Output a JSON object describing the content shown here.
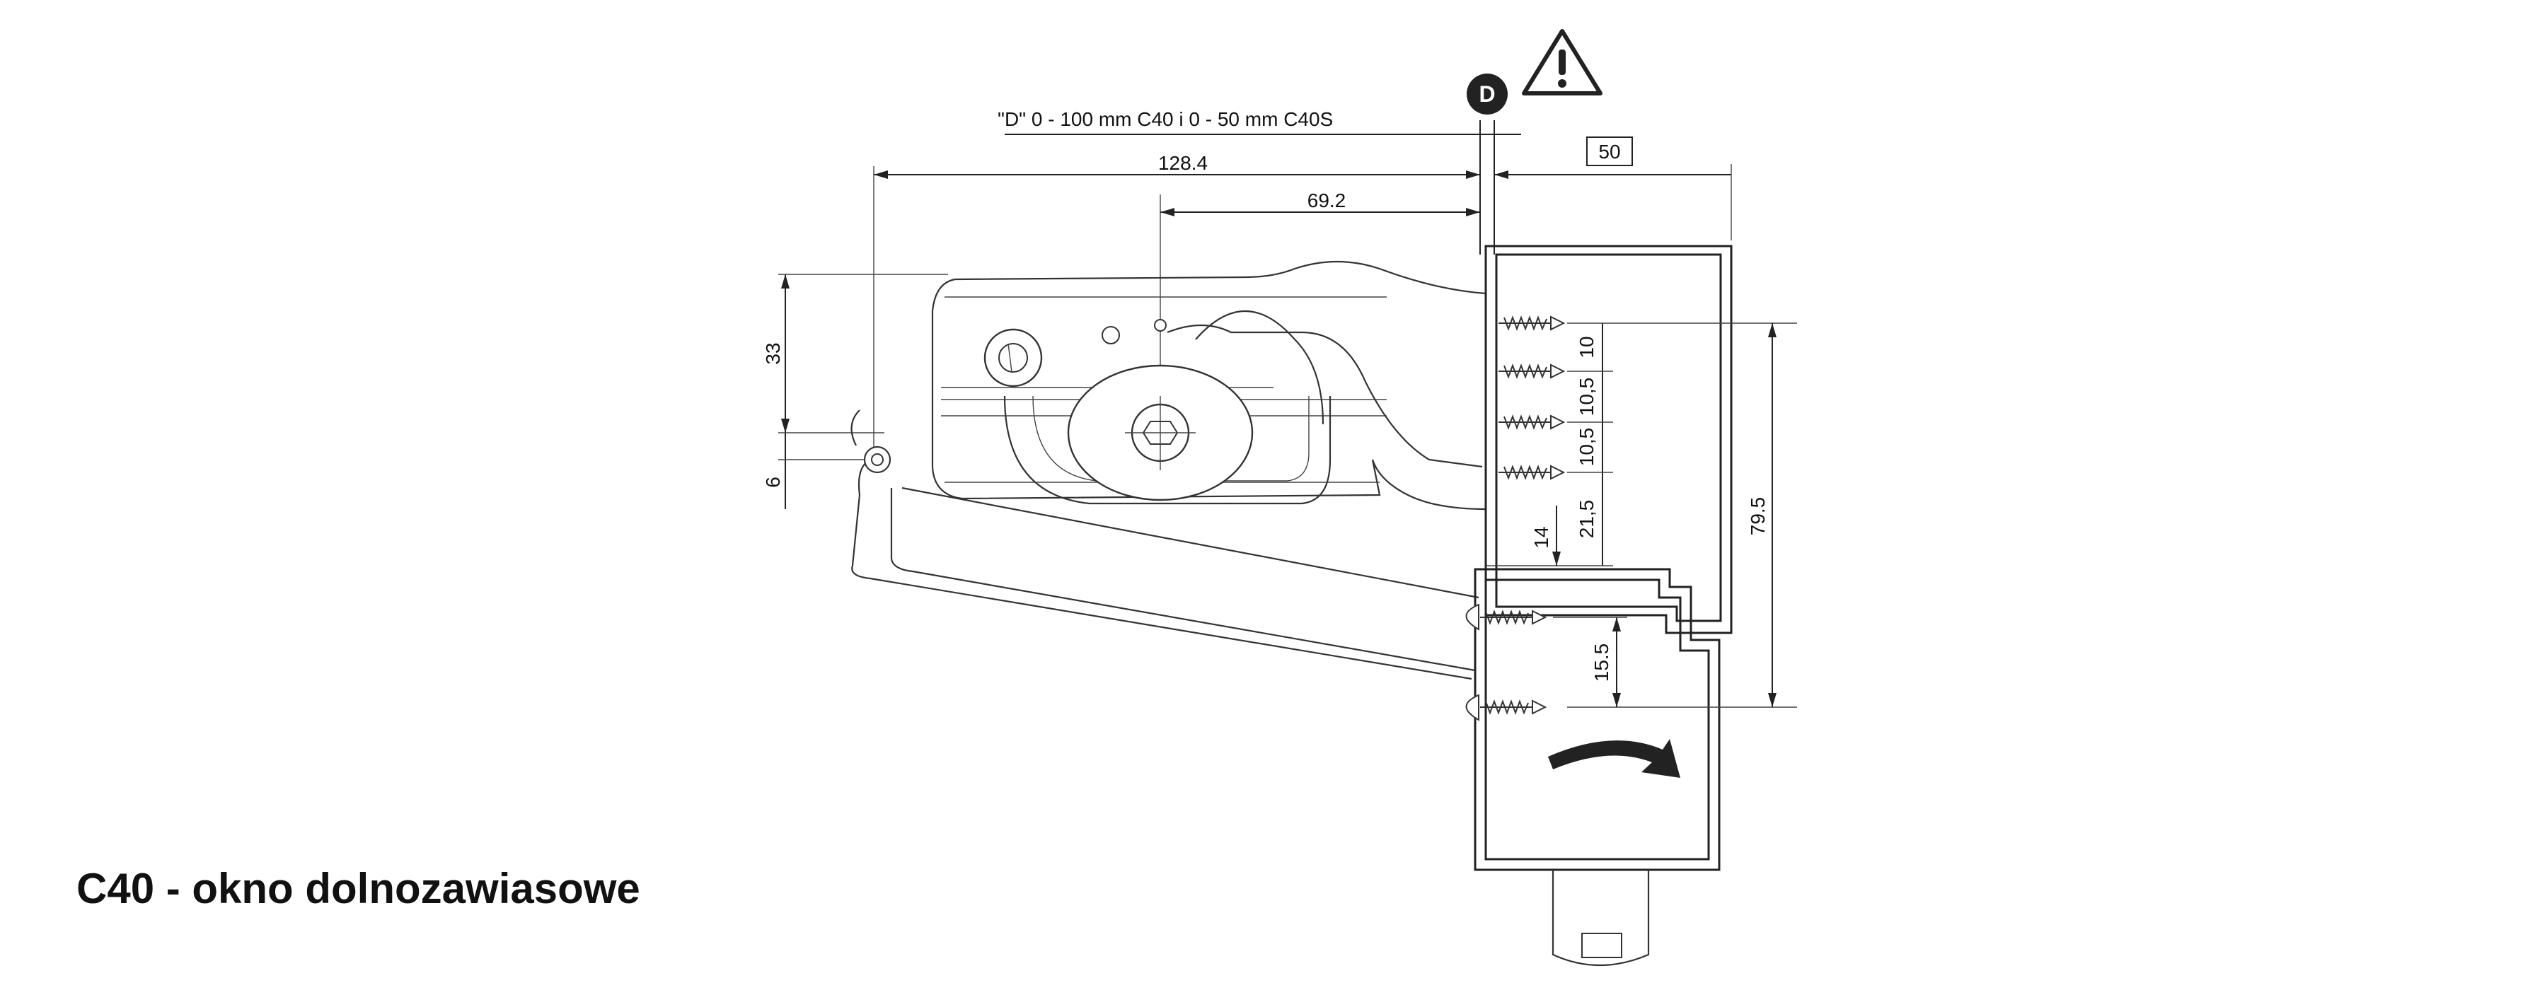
{
  "caption": "C40 - okno dolnozawiasowe",
  "marker_letter": "D",
  "dimensions": {
    "range_note": "\"D\" 0 - 100 mm C40 i 0 - 50 mm C40S",
    "overall_width": "128.4",
    "pivot_offset": "69.2",
    "box_width": "50",
    "left_height": "33",
    "left_pin": "6",
    "screw_1": "10",
    "screw_2": "10,5",
    "screw_3": "10,5",
    "screw_4": "21,5",
    "sash_offset": "14",
    "total_height": "79.5",
    "lower_screw": "15.5"
  },
  "icons": [
    "warning-icon",
    "arrow-icon"
  ]
}
